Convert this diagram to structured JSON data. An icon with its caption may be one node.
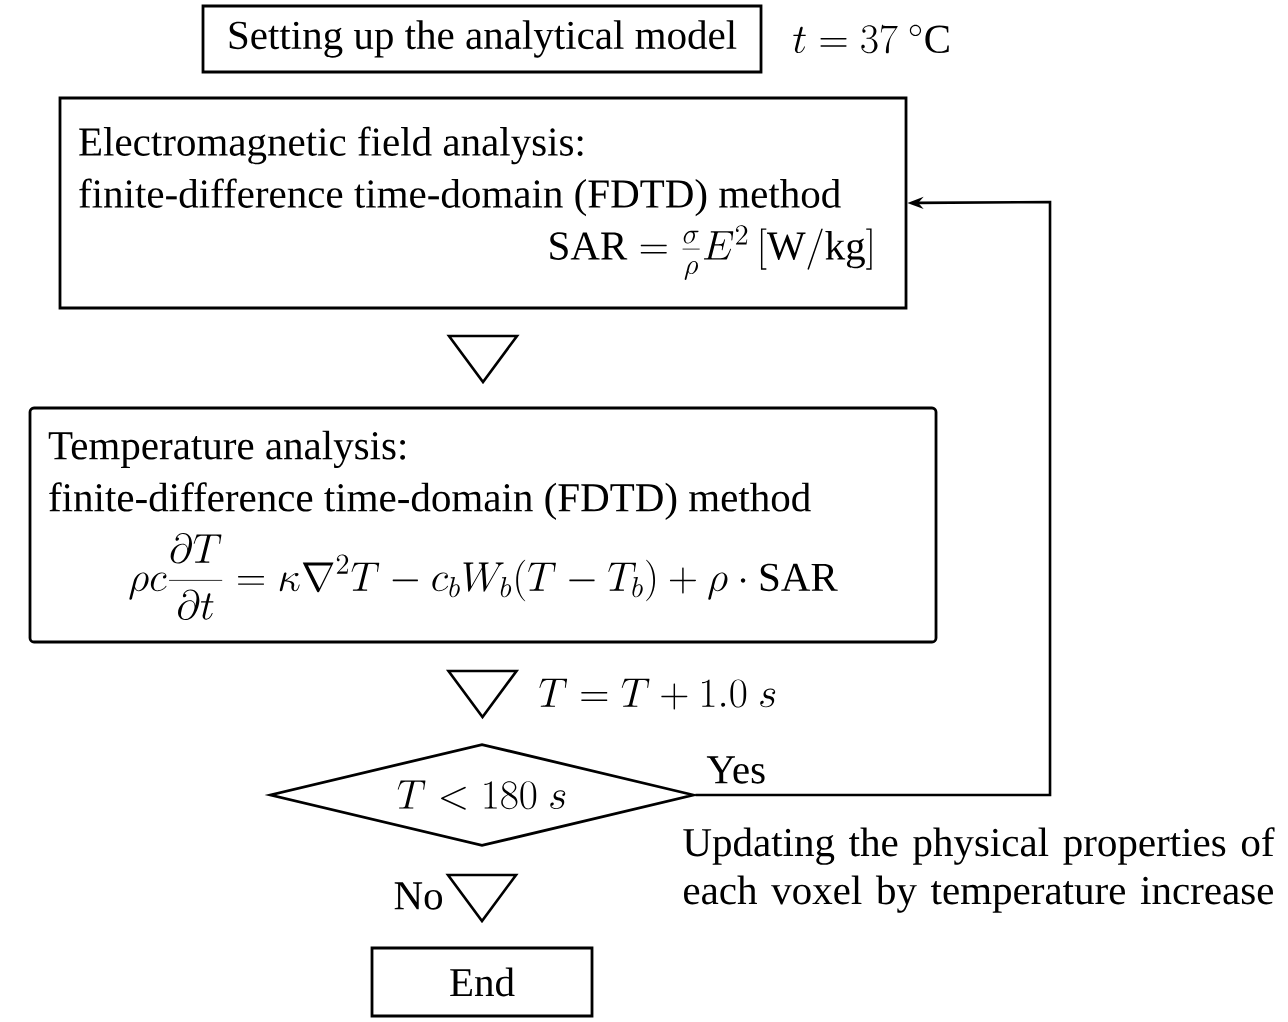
{
  "diagram": {
    "nodes": [
      {
        "text": [
          "Setting up the analytical model"
        ],
        "beside": [
          "t = 37\\ {}^{\\circ}\\mathrm{C}"
        ]
      },
      {
        "text": [
          "Electromagnetic field analysis:",
          "finite-difference time-domain (FDTD) method",
          "\\mathrm{SAR} = \\frac{\\sigma}{\\rho} E^{2}\\,[\\mathrm{W/kg}]"
        ]
      },
      {
        "text": [
          "Temperature analysis:",
          "finite-difference time-domain (FDTD) method",
          "\\rho c \\frac{\\partial T}{\\partial t} = \\kappa \\nabla^{2} T - c_{b} W_{b} (T - T_{b}) + \\rho \\cdot \\mathrm{SAR}"
        ]
      },
      {
        "text": [
          "T < 180\\ s"
        ]
      },
      {
        "text": [
          "End"
        ]
      }
    ],
    "edges": [
      {
        "from": 1,
        "to": 2,
        "arrow": "to"
      },
      {
        "from": 2,
        "to": 3,
        "arrow": "to",
        "label": "T = T + 1.0\\ s"
      },
      {
        "from": 3,
        "to": 1,
        "arrow": "to",
        "label": "Yes"
      },
      {
        "from": 3,
        "to": 4,
        "arrow": "to",
        "label": "No"
      }
    ],
    "labels": [
      "Updating the physical properties of each voxel by temperature increase"
    ]
  }
}
